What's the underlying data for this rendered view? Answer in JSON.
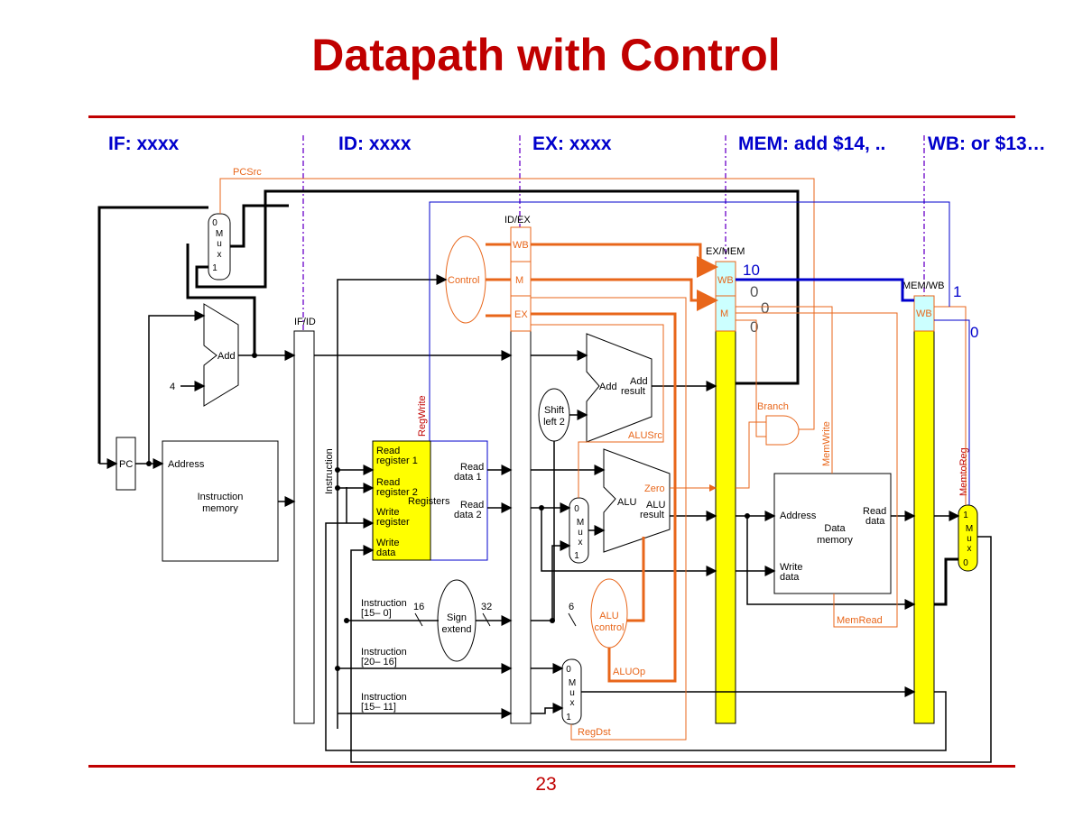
{
  "title": "Datapath with Control",
  "page_number": "23",
  "stages": {
    "if": "IF: xxxx",
    "id": "ID: xxxx",
    "ex": "EX: xxxx",
    "mem": "MEM: add $14, ..",
    "wb": "WB: or $13…"
  },
  "registers": {
    "if_id": "IF/ID",
    "id_ex": "ID/EX",
    "ex_mem": "EX/MEM",
    "mem_wb": "MEM/WB"
  },
  "pipeline_fields": {
    "wb": "WB",
    "m": "M",
    "ex": "EX"
  },
  "control_values": {
    "ex_mem_wb": "10",
    "ex_mem_m1": "0",
    "ex_mem_m2": "0",
    "ex_mem_m3": "0",
    "mem_wb_wb": "1",
    "mem_wb_out": "0"
  },
  "components": {
    "pc": "PC",
    "add": "Add",
    "four": "4",
    "mux_top": [
      "0",
      "M",
      "u",
      "x",
      "1"
    ],
    "mux_alu": [
      "0",
      "M",
      "u",
      "x",
      "1"
    ],
    "mux_regdst": [
      "0",
      "M",
      "u",
      "x",
      "1"
    ],
    "mux_wb": [
      "1",
      "M",
      "u",
      "x",
      "0"
    ],
    "instr_mem_addr": "Address",
    "instr_mem_name": [
      "Instruction",
      "memory"
    ],
    "instruction": "Instruction",
    "control": "Control",
    "reg_read1": [
      "Read",
      "register 1"
    ],
    "reg_read2": [
      "Read",
      "register 2"
    ],
    "reg_write": [
      "Write",
      "register"
    ],
    "reg_write_data": [
      "Write",
      "data"
    ],
    "registers": "Registers",
    "read_data1": [
      "Read",
      "data 1"
    ],
    "read_data2": [
      "Read",
      "data 2"
    ],
    "shift": [
      "Shift",
      "left 2"
    ],
    "add2": "Add",
    "add_result": [
      "Add",
      "result"
    ],
    "alu": "ALU",
    "alu_result": [
      "ALU",
      "result"
    ],
    "zero": "Zero",
    "alu_control": [
      "ALU",
      "control"
    ],
    "sign_extend": [
      "Sign",
      "extend"
    ],
    "bits16": "16",
    "bits32": "32",
    "bits6": "6",
    "instr_15_0": [
      "Instruction",
      "[15– 0]"
    ],
    "instr_20_16": [
      "Instruction",
      "[20– 16]"
    ],
    "instr_15_11": [
      "Instruction",
      "[15– 11]"
    ],
    "data_mem_addr": "Address",
    "data_mem_name": [
      "Data",
      "memory"
    ],
    "data_mem_read": [
      "Read",
      "data"
    ],
    "data_mem_write": [
      "Write",
      "data"
    ]
  },
  "signals": {
    "pcsrc": "PCSrc",
    "regwrite": "RegWrite",
    "alusrc": "ALUSrc",
    "branch": "Branch",
    "memwrite": "MemWrite",
    "memread": "MemRead",
    "memtoreg": "MemtoReg",
    "aluop": "ALUOp",
    "regdst": "RegDst"
  },
  "colors": {
    "title": "#c00000",
    "stage_text": "#0000cc",
    "control_orange": "#e8661a",
    "highlight_yellow": "#ffff00",
    "highlight_cyan": "#ccffff",
    "active_blue": "#0000cc"
  }
}
